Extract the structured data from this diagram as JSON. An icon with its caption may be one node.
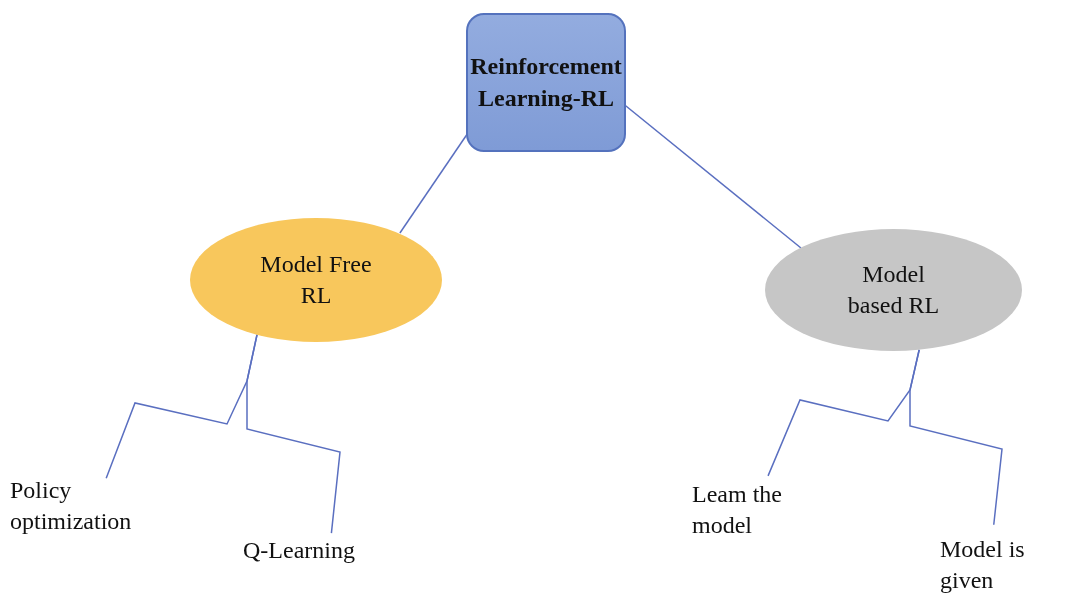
{
  "diagram": {
    "nodes": [
      {
        "text": [
          "Reinforcement Learning-RL"
        ]
      },
      {
        "text": [
          "Model Free RL"
        ]
      },
      {
        "text": [
          "Model based RL"
        ]
      },
      {
        "text": [
          "Policy optimization"
        ]
      },
      {
        "text": [
          "Q-Learning"
        ]
      },
      {
        "text": [
          "Leam the model"
        ]
      },
      {
        "text": [
          "Model is given"
        ]
      }
    ],
    "edges": [
      {
        "from": 0,
        "to": 1,
        "arrow": "none"
      },
      {
        "from": 0,
        "to": 2,
        "arrow": "none"
      },
      {
        "from": 1,
        "to": 3,
        "arrow": "none"
      },
      {
        "from": 1,
        "to": 4,
        "arrow": "none"
      },
      {
        "from": 2,
        "to": 5,
        "arrow": "none"
      },
      {
        "from": 2,
        "to": 6,
        "arrow": "none"
      }
    ]
  }
}
